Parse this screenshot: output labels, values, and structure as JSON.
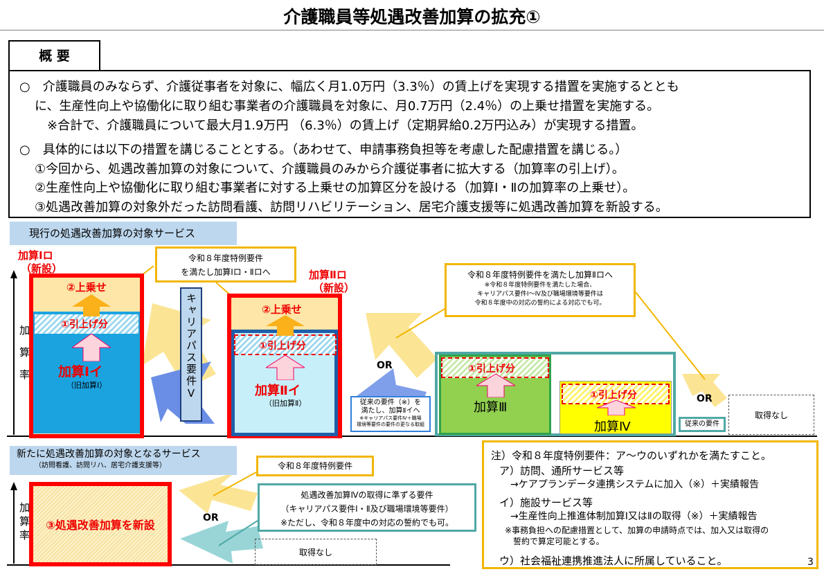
{
  "title": "介護職員等処遇改善加算の拡充①",
  "overview": {
    "tab": "概 要",
    "lines": [
      "○　介護職員のみならず、介護従事者を対象に、幅広く月1.0万円（3.3％）の賃上げを実現する措置を実施するととも",
      "に、生産性向上や協働化に取り組む事業者の介護職員を対象に、月0.7万円（2.4％）の上乗せ措置を実施する。",
      "※合計で、介護職員について最大月1.9万円 （6.3％）の賃上げ（定期昇給0.2万円込み）が実現する措置。",
      "○　具体的には以下の措置を講じることとする。（あわせて、申請事務負担等を考慮した配慮措置を講じる。）",
      "①今回から、処遇改善加算の対象について、介護職員のみから介護従事者に拡大する（加算率の引上げ）。",
      "②生産性向上や協働化に取り組む事業者に対する上乗せの加算区分を設ける（加算Ⅰ・Ⅱの加算率の上乗せ）。",
      "③処遇改善加算の対象外だった訪問看護、訪問リハビリテーション、居宅介護支援等に処遇改善加算を新設する。"
    ]
  },
  "current": {
    "heading": "現行の処遇改善加算の対象サービス",
    "axis": [
      "加",
      "算",
      "率"
    ],
    "k1": {
      "tag1": "加算Ⅰロ",
      "tag2": "（新設）",
      "top": "②上乗せ",
      "mid": "①引上げ分",
      "name": "加算Ⅰイ",
      "sub": "（旧加算Ⅰ）"
    },
    "k2": {
      "tag1": "加算Ⅱロ",
      "tag2": "（新設）",
      "top": "②上乗せ",
      "mid": "①引上げ分",
      "name": "加算Ⅱイ",
      "sub": "（旧加算Ⅱ）"
    },
    "k3": {
      "mid": "①引上げ分",
      "name": "加算Ⅲ"
    },
    "k4": {
      "mid": "①引上げ分",
      "name": "加算Ⅳ"
    },
    "career": "キャリアパス要件Ⅴ",
    "callout1": [
      "令和８年度特例要件",
      "を満たし加算Ⅰロ・Ⅱロへ"
    ],
    "callout2": {
      "title": "令和８年度特例要件を満たし加算Ⅱロへ",
      "notes": [
        "※令和８年度特例要件を満たした場合、",
        "キャリアパス要件Ⅰ～Ⅳ及び職場環境等要件は",
        "令和８年度中の対応の誓約による対応でも可。"
      ]
    },
    "or1": "OR",
    "or2": "OR",
    "prev": {
      "l1": "従来の要件（※）を",
      "l2": "満たし、加算Ⅱイへ",
      "n1": "※キャリアパス要件Ⅳ＋職場",
      "n2": "環境等要件の要件の更なる取組"
    },
    "prev2": "従来の要件",
    "none": "取得なし"
  },
  "newsvc": {
    "heading": "新たに処遇改善加算の対象となるサービス",
    "sub": "（訪問看護、訪問リハ、居宅介護支援等）",
    "axis": [
      "加",
      "算",
      "率"
    ],
    "box": "③処遇改善加算を新設",
    "callout1": "令和８年度特例要件",
    "callout2": [
      "処遇改善加算Ⅳの取得に準ずる要件",
      "（キャリアパス要件Ⅰ・Ⅱ及び職場環境等要件）",
      "※ただし、令和８年度中の対応の誓約でも可。"
    ],
    "or": "OR",
    "none": "取得なし"
  },
  "notes": {
    "l1": "注）令和８年度特例要件：ア～ウのいずれかを満たすこと。",
    "a1": "ア）訪問、通所サービス等",
    "a2": "→ケアプランデータ連携システムに加入（※）＋実績報告",
    "b1": "イ）施設サービス等",
    "b2": "→生産性向上推進体制加算Ⅰ又はⅡの取得（※）＋実績報告",
    "n1": "※事務負担への配慮措置として、加算の申請時点では、加入又は取得の",
    "n2": "誓約で算定可能とする。",
    "c1": "ウ）社会福祉連携推進法人に所属していること。"
  },
  "page": "3"
}
